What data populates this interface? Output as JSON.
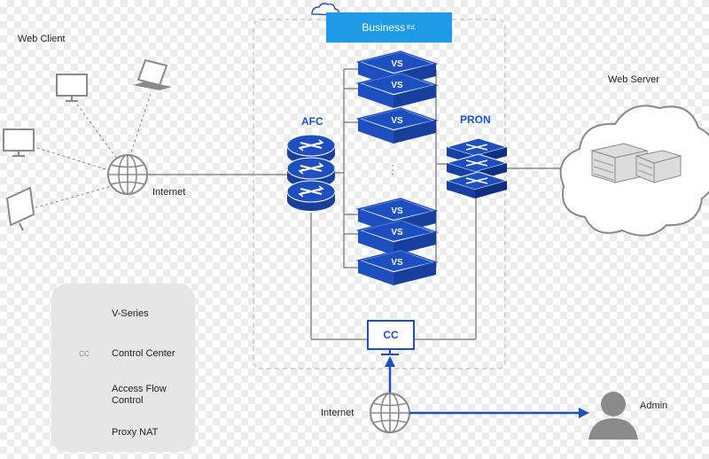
{
  "labels": {
    "web_client": "Web Client",
    "internet_top": "Internet",
    "internet_bottom": "Internet",
    "web_server": "Web Server",
    "admin": "Admin",
    "afc": "AFC",
    "pron": "PRON",
    "business": "Business",
    "business_sup": "Ed.",
    "cc": "CC"
  },
  "legend": {
    "items": [
      {
        "icon": "v-series-icon",
        "label": "V-Series"
      },
      {
        "icon": "control-center-icon",
        "label": "Control Center",
        "icon_text": "CC"
      },
      {
        "icon": "access-flow-control-icon",
        "label": "Access Flow\nControl"
      },
      {
        "icon": "proxy-nat-icon",
        "label": "Proxy NAT"
      }
    ]
  },
  "colors": {
    "primary_blue": "#1e4fc0",
    "accent_blue": "#1e9be6",
    "gray": "#8a8a8a"
  },
  "vs_label": "VS",
  "ellipsis": "⋮"
}
